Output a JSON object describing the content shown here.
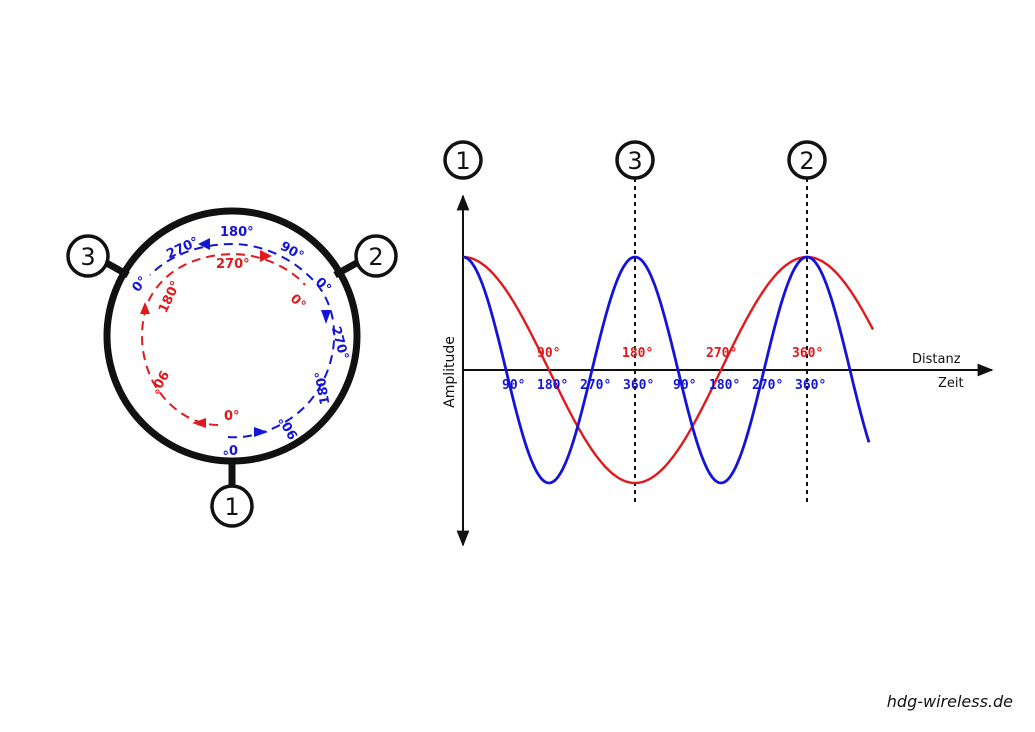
{
  "colors": {
    "red": "#e0191c",
    "blue": "#1414d8",
    "black": "#111111"
  },
  "circle": {
    "node_labels": {
      "bottom": "1",
      "right": "2",
      "left": "3"
    },
    "blue_labels": {
      "start": "0°",
      "q1": "90°",
      "q2": "180°",
      "q3": "270°",
      "top_right": "0°",
      "top_mid_right": "90°",
      "top_mid": "180°",
      "top_left": "270°",
      "left": "0°"
    },
    "red_labels": {
      "start": "0°",
      "q1": "90°",
      "q2": "180°",
      "q3": "270°",
      "right": "0°"
    }
  },
  "wave": {
    "node_labels": {
      "left": "1",
      "mid": "3",
      "right": "2"
    },
    "axis_labels": {
      "y": "Amplitude",
      "x_top": "Distanz",
      "x_bottom": "Zeit"
    },
    "red_ticks": [
      "90°",
      "180°",
      "270°",
      "360°"
    ],
    "blue_ticks": [
      "90°",
      "180°",
      "270°",
      "360°",
      "90°",
      "180°",
      "270°",
      "360°"
    ]
  },
  "credit": "hdg-wireless.de"
}
